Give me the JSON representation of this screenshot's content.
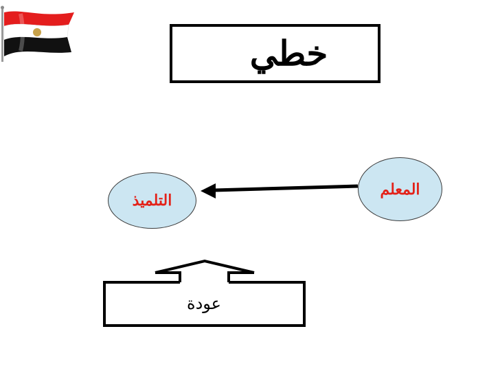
{
  "title": "خطي",
  "nodes": {
    "teacher": "المعلم",
    "student": "التلميذ"
  },
  "feedback": {
    "label": "عودة"
  },
  "colors": {
    "node_fill": "#cce6f2",
    "node_text": "#e32219",
    "flag_red": "#e41d1d",
    "flag_white": "#ffffff",
    "flag_black": "#000000",
    "flag_emblem": "#c8a24a"
  },
  "icons": {
    "flag": "egypt-flag-icon"
  }
}
